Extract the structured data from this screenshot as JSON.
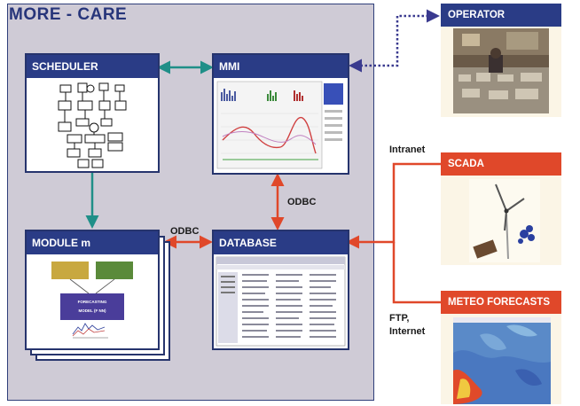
{
  "system": {
    "title": "MORE - CARE"
  },
  "modules": {
    "scheduler": "SCHEDULER",
    "mmi": "MMI",
    "module_m": "MODULE m",
    "database": "DATABASE"
  },
  "external": {
    "operator": "OPERATOR",
    "scada": "SCADA",
    "meteo": "METEO FORECASTS"
  },
  "links": {
    "odbc_vertical": "ODBC",
    "odbc_horizontal": "ODBC",
    "intranet": "Intranet",
    "ftp_line1": "FTP,",
    "ftp_line2": "Internet"
  },
  "module_m_diagram": {
    "forecasting_line1": "FORECASTING",
    "forecasting_line2": "MODEL (F   NN)"
  },
  "colors": {
    "navy": "#2a3c86",
    "teal": "#1f8f88",
    "red": "#e0482a",
    "purple_dotted": "#3a3a8f",
    "container_bg": "#cfcbd6"
  }
}
